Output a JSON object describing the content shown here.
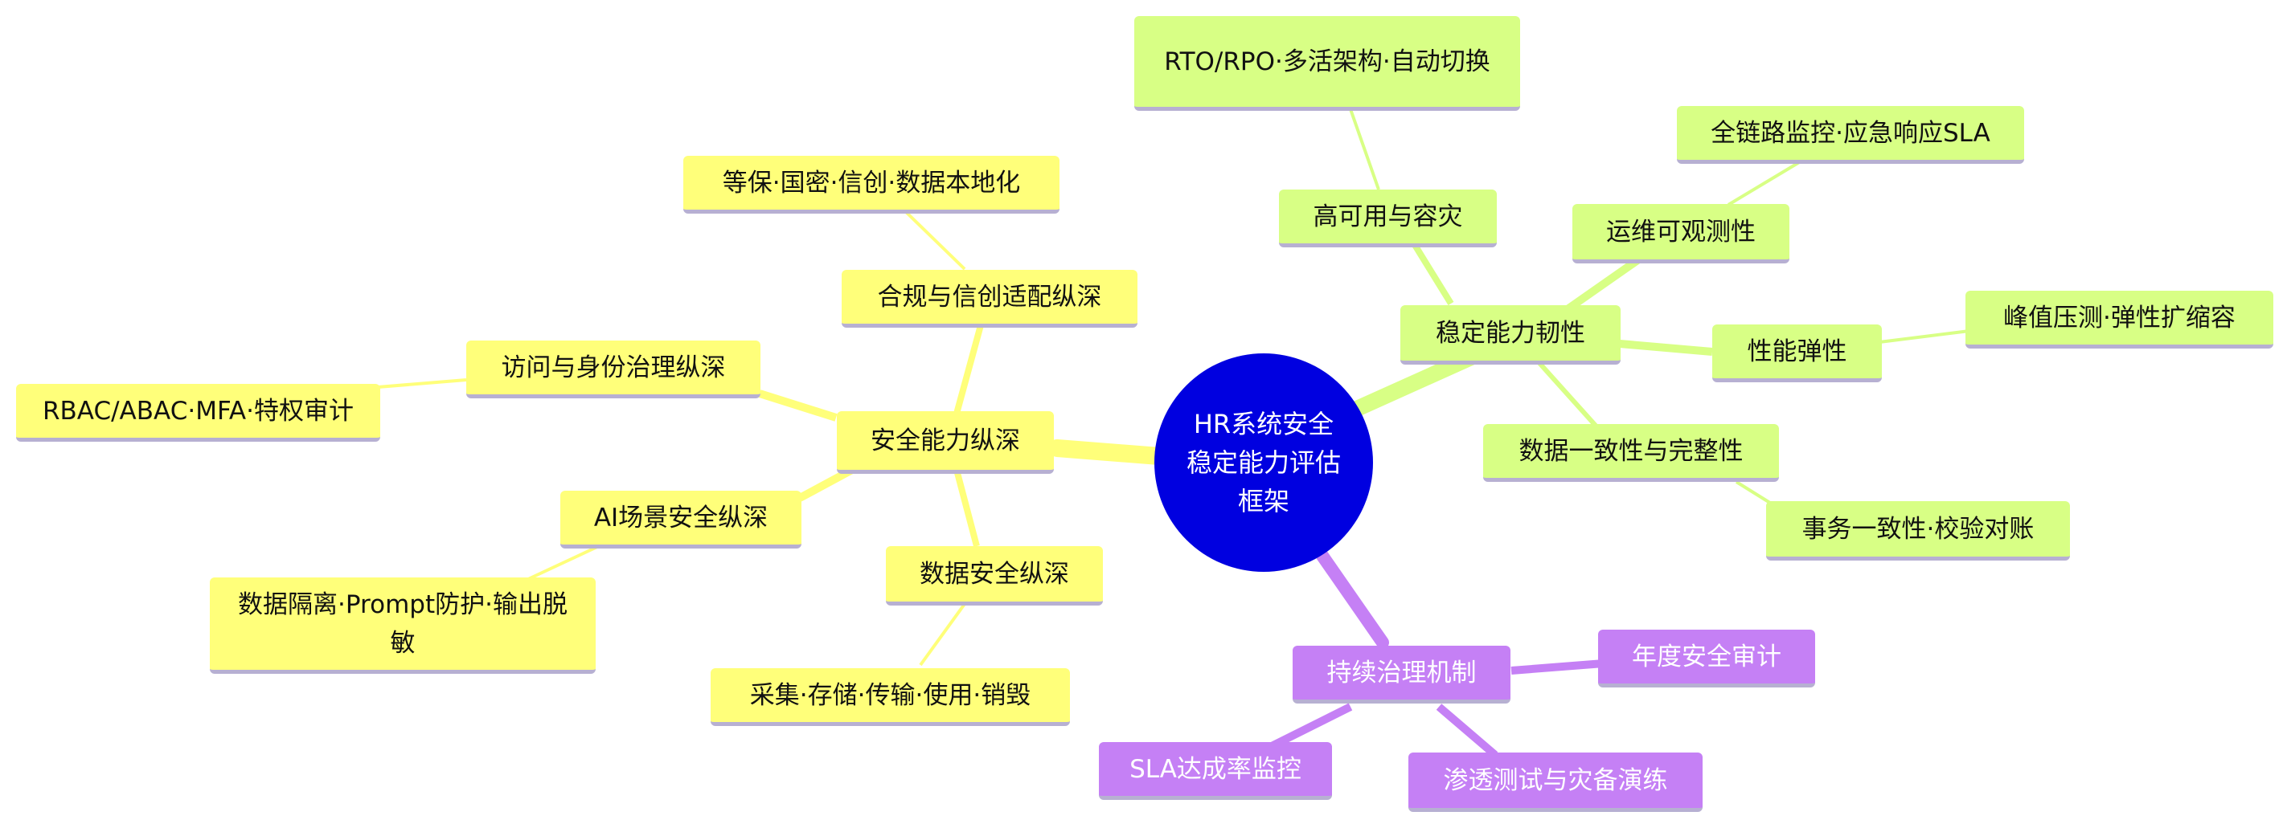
{
  "root": {
    "label": "HR系统安全稳定能力评估框架"
  },
  "colors": {
    "security": "#ffff7a",
    "stability": "#d8ff85",
    "governance": "#c580f5",
    "root": "#0000e0",
    "underline": "#b7b0d2"
  },
  "security": {
    "label": "安全能力纵深",
    "compliance": {
      "label": "合规与信创适配纵深",
      "detail": "等保·国密·信创·数据本地化"
    },
    "access": {
      "label": "访问与身份治理纵深",
      "detail": "RBAC/ABAC·MFA·特权审计"
    },
    "ai": {
      "label": "AI场景安全纵深",
      "detail": "数据隔离·Prompt防护·输出脱敏"
    },
    "data": {
      "label": "数据安全纵深",
      "detail": "采集·存储·传输·使用·销毁"
    }
  },
  "stability": {
    "label": "稳定能力韧性",
    "ha": {
      "label": "高可用与容灾",
      "detail": "RTO/RPO·多活架构·自动切换"
    },
    "ops": {
      "label": "运维可观测性",
      "detail": "全链路监控·应急响应SLA"
    },
    "perf": {
      "label": "性能弹性",
      "detail": "峰值压测·弹性扩缩容"
    },
    "consistency": {
      "label": "数据一致性与完整性",
      "detail": "事务一致性·校验对账"
    }
  },
  "governance": {
    "label": "持续治理机制",
    "audit": "年度安全审计",
    "sla": "SLA达成率监控",
    "pentest": "渗透测试与灾备演练"
  }
}
